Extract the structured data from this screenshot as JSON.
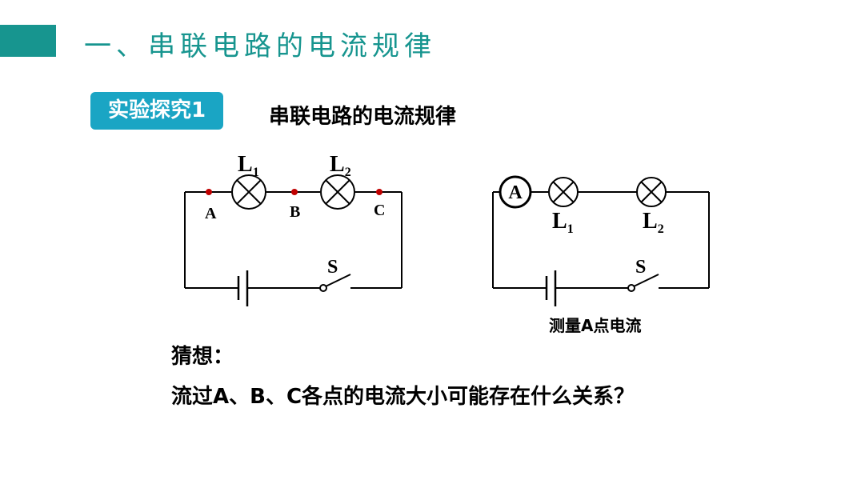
{
  "slide": {
    "title": "一、串联电路的电流规律"
  },
  "badge": {
    "label": "实验探究1"
  },
  "experiment_title": "串联电路的电流规律",
  "circuit_left": {
    "lamp1_letter": "L",
    "lamp1_sub": "1",
    "lamp2_letter": "L",
    "lamp2_sub": "2",
    "point_a": "A",
    "point_b": "B",
    "point_c": "C",
    "switch_label": "S"
  },
  "circuit_right": {
    "ammeter_label": "A",
    "lamp1_letter": "L",
    "lamp1_sub": "1",
    "lamp2_letter": "L",
    "lamp2_sub": "2",
    "switch_label": "S",
    "caption": "测量A点电流"
  },
  "guess_label": "猜想：",
  "question": "流过A、B、C各点的电流大小可能存在什么关系？",
  "colors": {
    "accent": "#17958f",
    "badge": "#1aa5c4",
    "point_dot": "#c00000"
  }
}
